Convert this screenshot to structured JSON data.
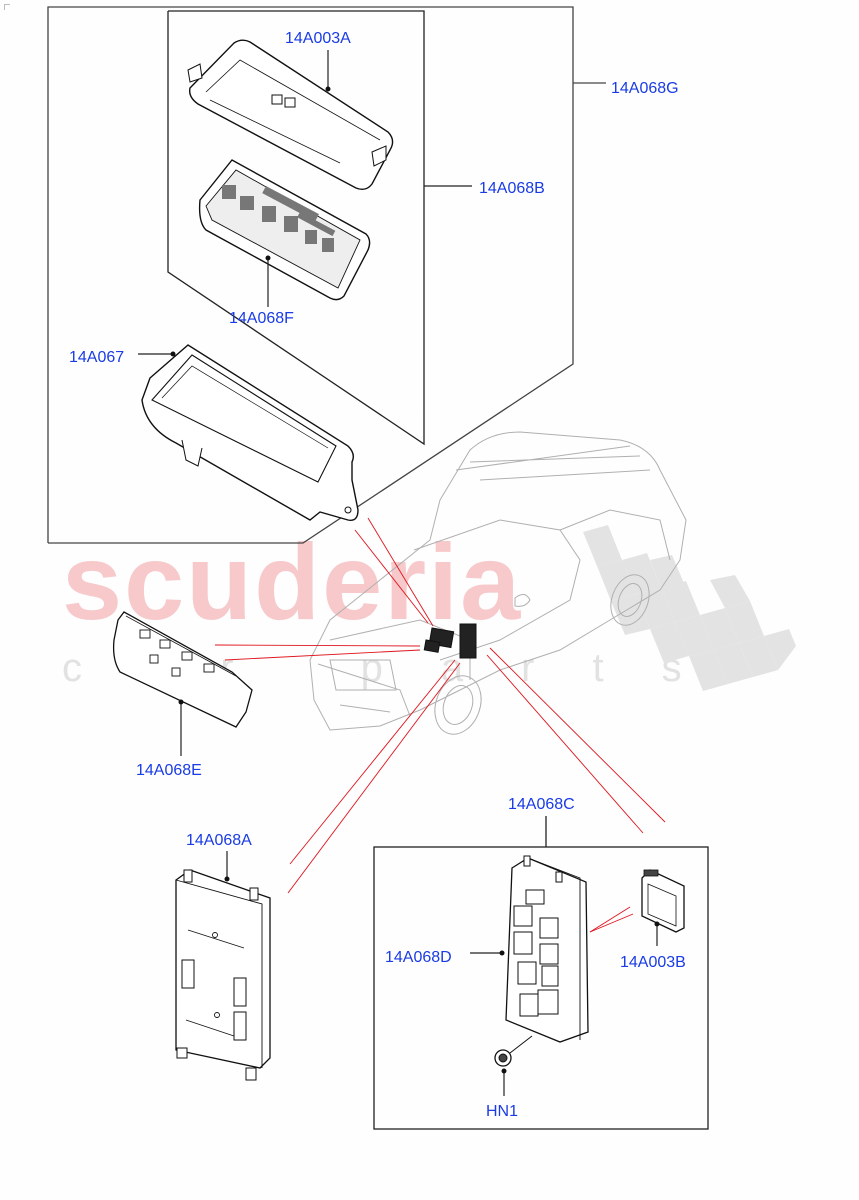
{
  "diagram": {
    "type": "exploded-parts-diagram",
    "subject": "Fuse box / junction box assembly with vehicle location view"
  },
  "watermark": {
    "main_text": "scuderia",
    "sub_text": "car parts",
    "main_color": "#f7c9cb",
    "sub_color": "#e2e2e2"
  },
  "colors": {
    "label": "#1a3be6",
    "leader_line": "#222222",
    "frame_line": "#444444",
    "pointer_line": "#e0141e",
    "vehicle_line": "#b5b5b5",
    "checker": "#e3e3e3"
  },
  "parts": [
    {
      "id": "14A003A",
      "label": "14A003A",
      "description": "fuse box cover"
    },
    {
      "id": "14A068G",
      "label": "14A068G",
      "description": "fuse box assembly (group)"
    },
    {
      "id": "14A068B",
      "label": "14A068B",
      "description": "fuse box kit (sub-group)"
    },
    {
      "id": "14A068F",
      "label": "14A068F",
      "description": "fuse box with relays"
    },
    {
      "id": "14A067",
      "label": "14A067",
      "description": "fuse box housing / carrier"
    },
    {
      "id": "14A068E",
      "label": "14A068E",
      "description": "junction box module"
    },
    {
      "id": "14A068A",
      "label": "14A068A",
      "description": "control module"
    },
    {
      "id": "14A068C",
      "label": "14A068C",
      "description": "junction box assembly (group)"
    },
    {
      "id": "14A068D",
      "label": "14A068D",
      "description": "junction box"
    },
    {
      "id": "14A003B",
      "label": "14A003B",
      "description": "cover"
    },
    {
      "id": "HN1",
      "label": "HN1",
      "description": "nut"
    }
  ]
}
